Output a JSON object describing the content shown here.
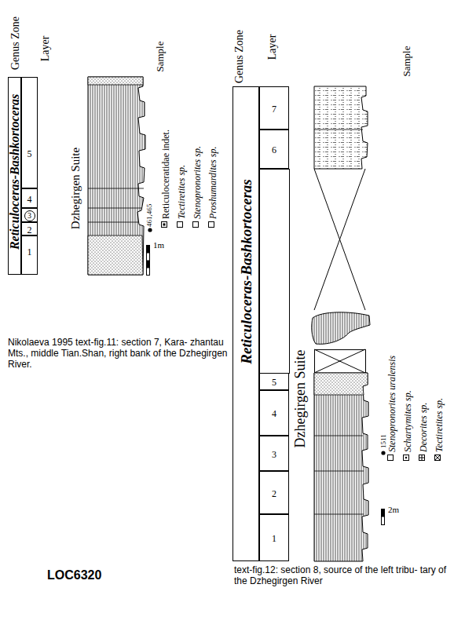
{
  "diagram": {
    "nodes": [
      {
        "text": [
          "Reticuloceras-Bashkortoceras"
        ]
      },
      {
        "text": [
          "5"
        ]
      },
      {
        "text": [
          "4"
        ]
      },
      {
        "text": [
          "3"
        ]
      },
      {
        "text": [
          "2"
        ]
      },
      {
        "text": [
          "1"
        ]
      },
      {
        "text": [
          "Reticuloceras-Bashkortoceras"
        ]
      },
      {
        "text": [
          "7"
        ]
      },
      {
        "text": [
          "6"
        ]
      },
      {
        "text": [
          "5"
        ]
      },
      {
        "text": [
          "4"
        ]
      },
      {
        "text": [
          "3"
        ]
      },
      {
        "text": [
          "2"
        ]
      },
      {
        "text": [
          "1"
        ]
      }
    ],
    "labels": [
      "Genus Zone",
      "Layer",
      "Sample",
      "Dzhegirgen Suite",
      "461,465",
      "Reticuloceratidae indet.",
      "Tectiretites sp.",
      "Stenopronorites sp.",
      "Proshumardites sp.",
      "1m",
      "Nikolaeva 1995 text-fig.11: section 7, Kara- zhantau Mts., middle Tian.Shan, right bank of the Dzhegirgen River.",
      "Genus Zone",
      "Layer",
      "Sample",
      "Dzhegirgen Suite",
      "1511",
      "Stenopronorites uralensis",
      "Schartymites sp.",
      "Decorites sp.",
      "Tectiretites sp.",
      "2m",
      "text-fig.12: section 8, source of the left tribu- tary of the Dzhegirgen River",
      "LOC6320"
    ]
  }
}
